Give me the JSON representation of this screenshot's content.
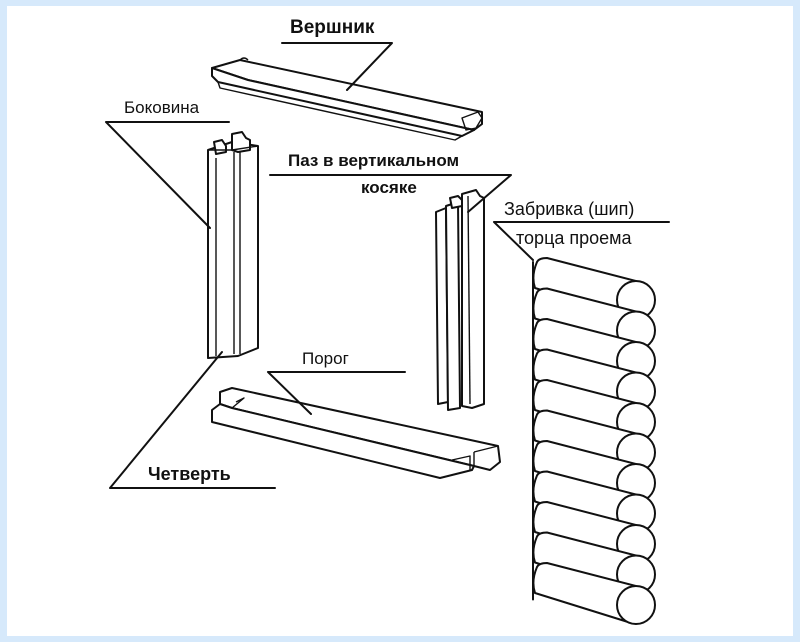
{
  "diagram": {
    "labels": {
      "vershnik": "Вершник",
      "bokovina": "Боковина",
      "paz_line1": "Паз в вертикальном",
      "paz_line2": "косяке",
      "zabrivka_line1": "Забривка (шип)",
      "zabrivka_line2": "торца проема",
      "porog": "Порог",
      "chetvert": "Четверть"
    },
    "log_wall": {
      "log_count": 11
    },
    "colors": {
      "border": "#d6e9fb",
      "background": "#ffffff",
      "ink": "#111111"
    }
  }
}
